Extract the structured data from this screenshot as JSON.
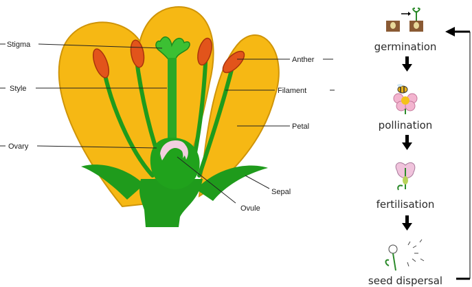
{
  "diagram": {
    "labels": {
      "stigma": "Stigma",
      "style": "Style",
      "ovary": "Ovary",
      "anther": "Anther",
      "filament": "Filament",
      "petal": "Petal",
      "sepal": "Sepal",
      "ovule": "Ovule"
    },
    "colors": {
      "petal": "#f6b814",
      "petal_outline": "#cf9408",
      "stem": "#1f9b1c",
      "stem_light": "#3cc033",
      "anther": "#e2541b",
      "ovule": "#f2cfe0"
    }
  },
  "life_cycle": {
    "stages": [
      "germination",
      "pollination",
      "fertilisation",
      "seed dispersal"
    ],
    "icons": [
      "seedling-icon",
      "bee-on-flower-icon",
      "fertilised-flower-icon",
      "dandelion-seed-icon"
    ]
  }
}
